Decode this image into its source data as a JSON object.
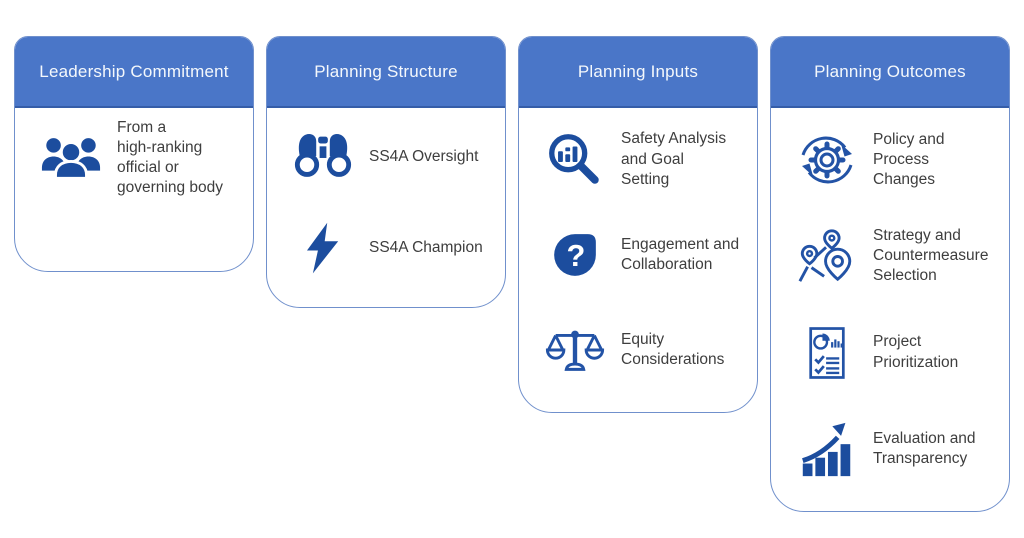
{
  "colors": {
    "background": "#FFFFFF",
    "header_bg": "#4A76C8",
    "header_text": "#F4F8FC",
    "header_divider": "#355DA8",
    "card_border": "#7090CC",
    "body_text": "#3E3E3E",
    "icon_solid": "#1C4D9E",
    "icon_outline": "#2353A6"
  },
  "cards": [
    {
      "title": "Leadership Commitment",
      "items": [
        {
          "icon": "people-group-icon",
          "label": "From a\nhigh-ranking\nofficial or\ngoverning body"
        }
      ]
    },
    {
      "title": "Planning Structure",
      "items": [
        {
          "icon": "binoculars-icon",
          "label": "SS4A Oversight"
        },
        {
          "icon": "lightning-bolt-icon",
          "label": "SS4A Champion"
        }
      ]
    },
    {
      "title": "Planning Inputs",
      "items": [
        {
          "icon": "magnifier-chart-icon",
          "label": "Safety Analysis\nand Goal\nSetting"
        },
        {
          "icon": "question-mark-icon",
          "label": "Engagement and\nCollaboration"
        },
        {
          "icon": "balance-scales-icon",
          "label": "Equity\nConsiderations"
        }
      ]
    },
    {
      "title": "Planning Outcomes",
      "items": [
        {
          "icon": "gear-cycle-icon",
          "label": "Policy and Process\nChanges"
        },
        {
          "icon": "map-pins-route-icon",
          "label": "Strategy and\nCountermeasure\nSelection"
        },
        {
          "icon": "document-checklist-icon",
          "label": "Project\nPrioritization"
        },
        {
          "icon": "rising-bar-chart-icon",
          "label": "Evaluation and\nTransparency"
        }
      ]
    }
  ]
}
